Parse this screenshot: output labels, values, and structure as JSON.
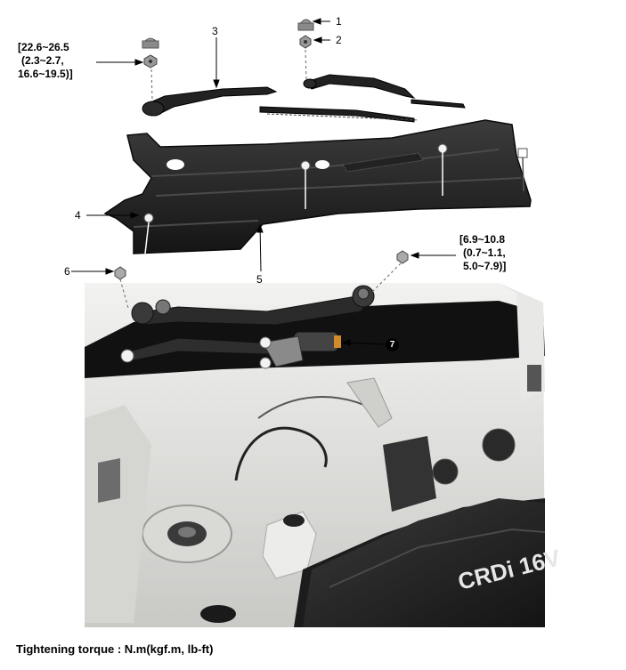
{
  "callouts": {
    "c1": "1",
    "c2": "2",
    "c3": "3",
    "c4": "4",
    "c5": "5",
    "c6": "6",
    "c7": "7"
  },
  "torque_specs": {
    "nut_top_left": {
      "line1": "[22.6~26.5",
      "line2": "(2.3~2.7,",
      "line3": "16.6~19.5)]"
    },
    "bolt_right": {
      "line1": "[6.9~10.8",
      "line2": "(0.7~1.1,",
      "line3": "5.0~7.9)]"
    }
  },
  "engine_cover_text": "CRDi 16V",
  "footer": {
    "note": "Tightening torque : N.m(kgf.m, lb-ft)"
  },
  "colors": {
    "part_dark": "#1e1e1e",
    "body_white": "#e4e4e2",
    "engine_dark": "#262626",
    "leader": "#000000"
  }
}
